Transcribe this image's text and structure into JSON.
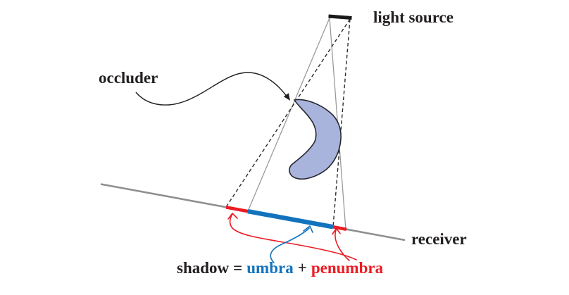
{
  "labels": {
    "light_source": "light source",
    "occluder": "occluder",
    "receiver": "receiver"
  },
  "equation": {
    "shadow": "shadow",
    "equals": "=",
    "umbra": "umbra",
    "plus": "+",
    "penumbra": "penumbra"
  },
  "colors": {
    "umbra_blue": "#1273bd",
    "penumbra_red": "#ec1c24",
    "occluder_fill": "#a9b4dc",
    "occluder_stroke": "#26262e",
    "receiver_gray": "#8f8f92",
    "ray_solid_gray": "#9a9a9a",
    "ray_dashed_dark": "#2b2b2b",
    "light_bar_black": "#1a1a1a",
    "text_black": "#231f20",
    "background": "#ffffff"
  }
}
